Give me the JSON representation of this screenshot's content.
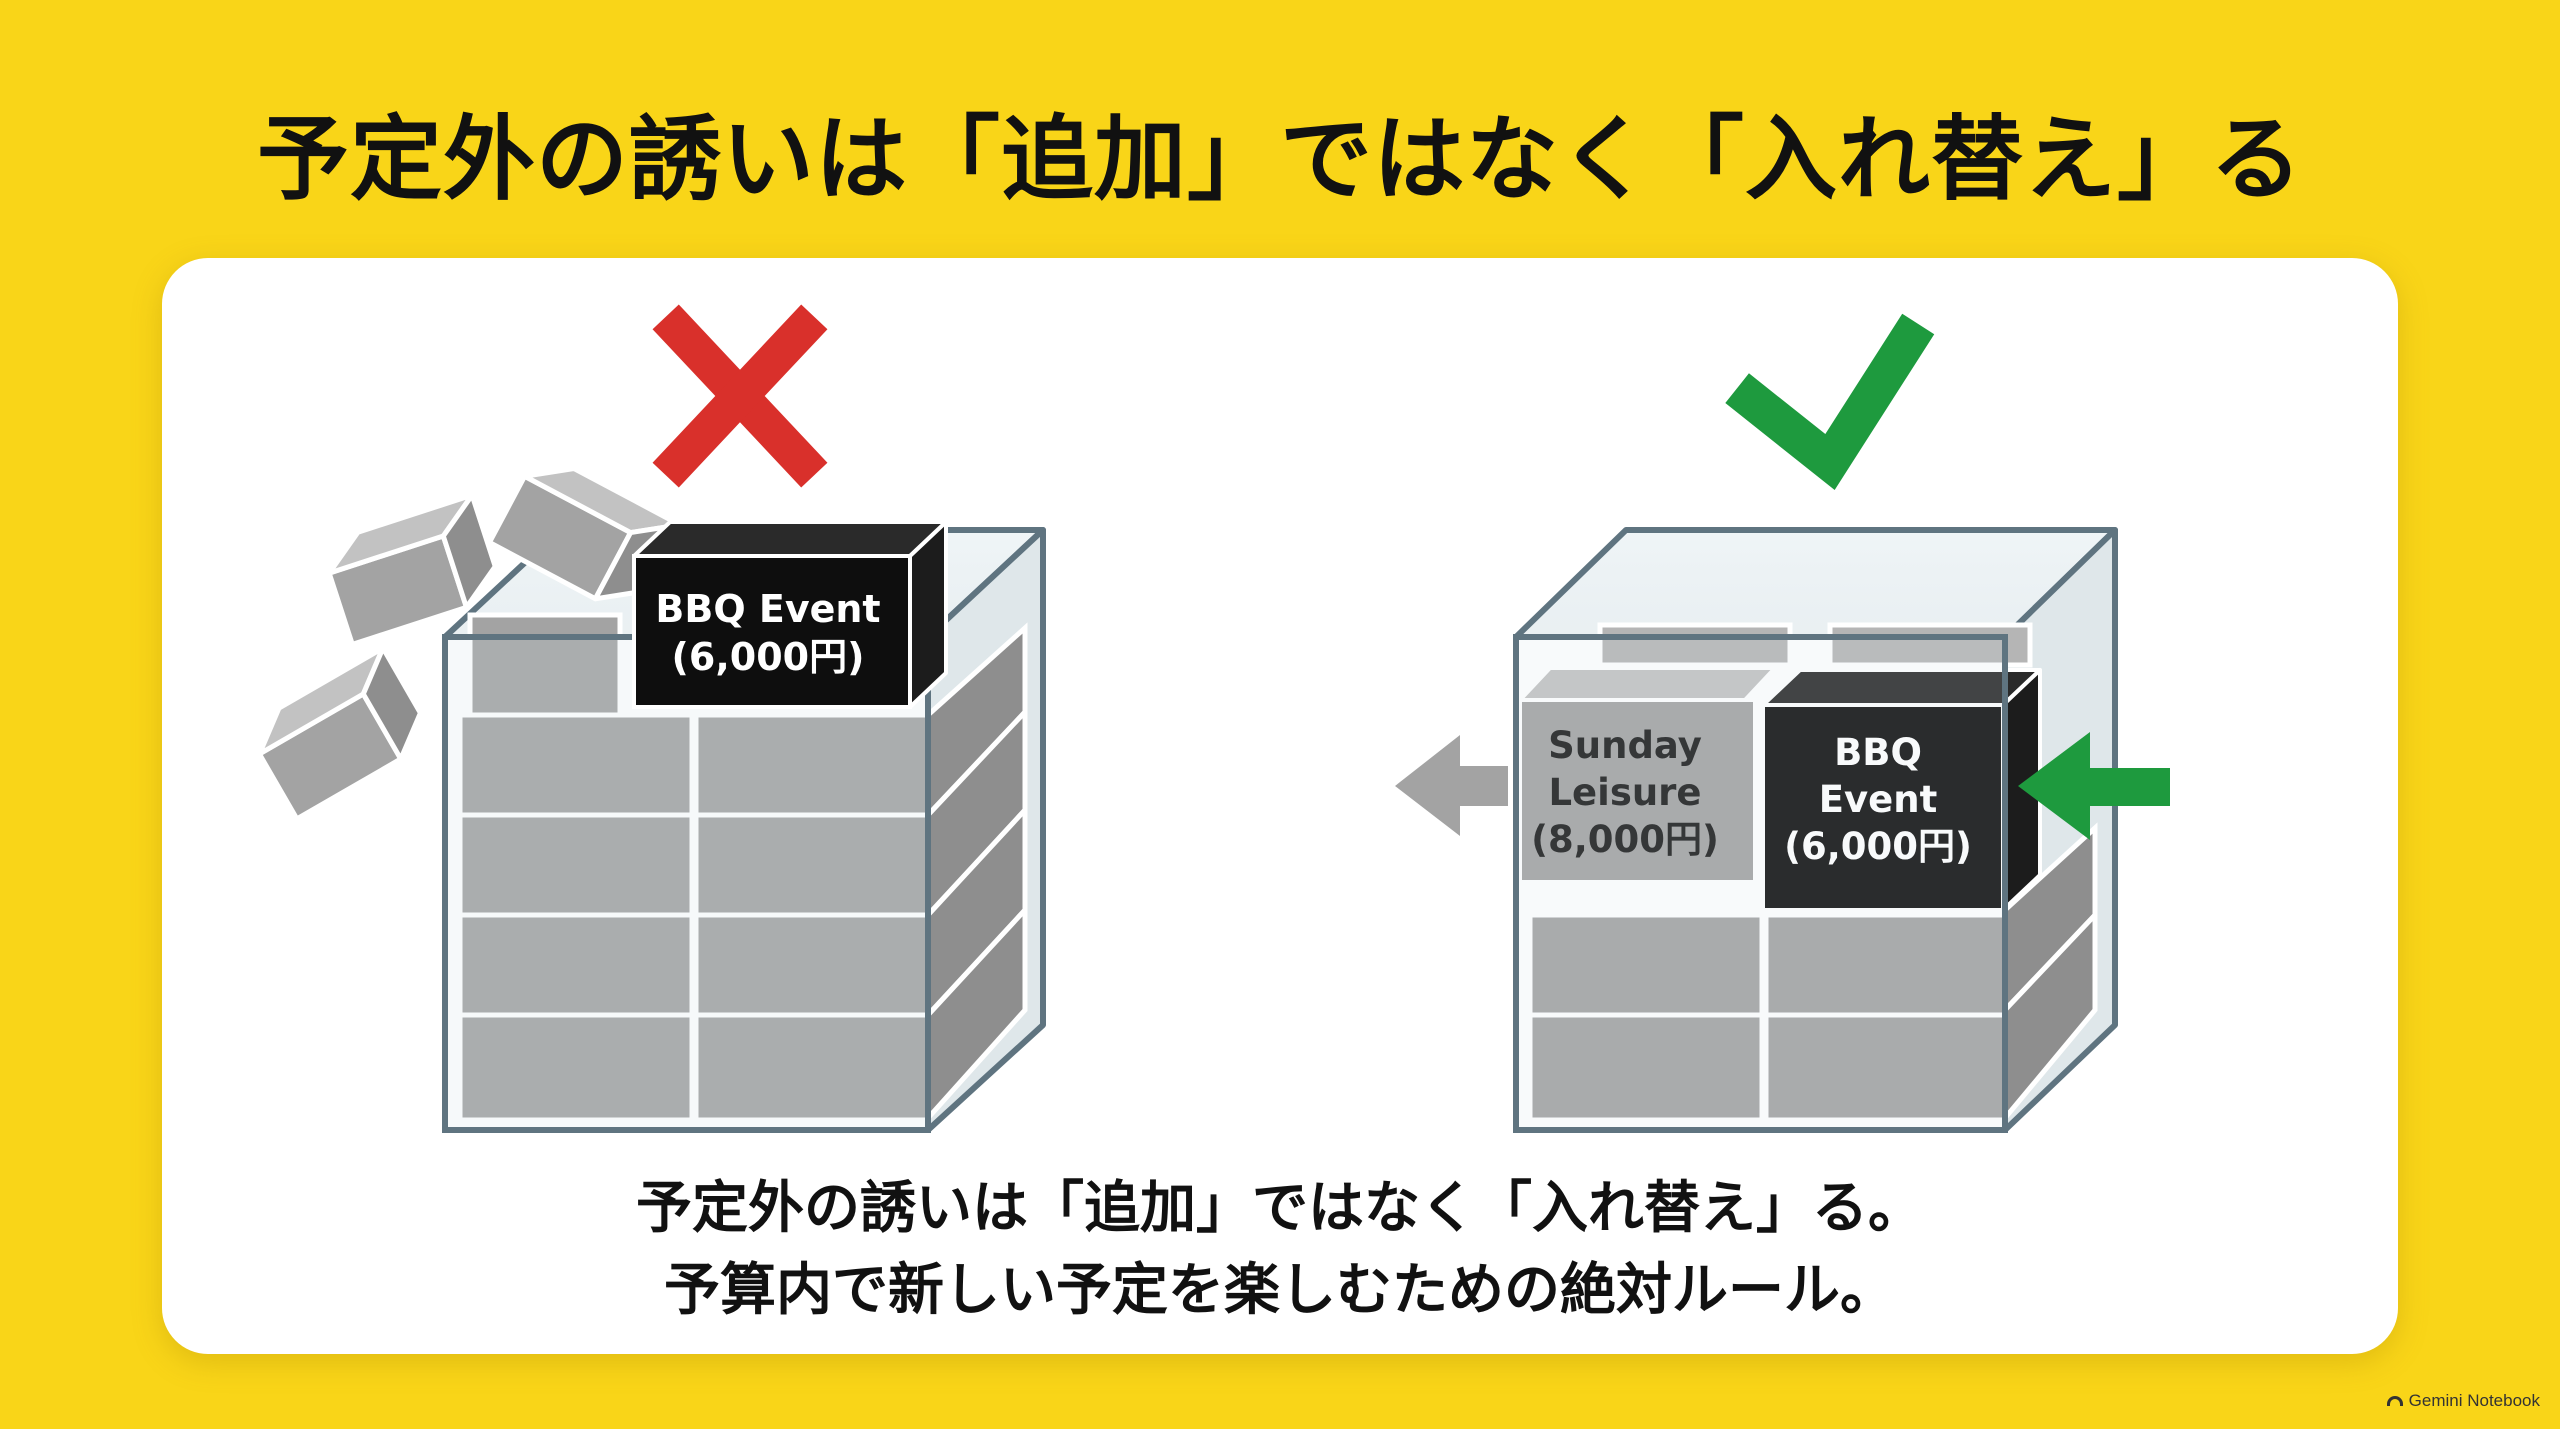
{
  "title": "予定外の誘いは「追加」ではなく「入れ替え」る",
  "left_scene": {
    "verdict_icon": "red-cross-icon",
    "box_line1": "BBQ Event",
    "box_line2": "(6,000円)"
  },
  "right_scene": {
    "verdict_icon": "green-check-icon",
    "out_box_line1": "Sunday",
    "out_box_line2": "Leisure",
    "out_box_line3": "(8,000円)",
    "in_box_line1": "BBQ",
    "in_box_line2": "Event",
    "in_box_line3": "(6,000円)"
  },
  "caption": {
    "line1": "予定外の誘いは「追加」ではなく「入れ替え」る。",
    "line2": "予算内で新しい予定を楽しむための絶対ルール。"
  },
  "watermark": "Gemini Notebook",
  "colors": {
    "background": "#F9D518",
    "panel": "#FFFFFF",
    "cross": "#D9302B",
    "check": "#1E9A3E",
    "in_arrow": "#1E9A3E",
    "out_arrow": "#A3A3A3",
    "block": "#A3A3A3",
    "highlight_block": "#0E0E0E",
    "glass_edge": "#5F7480"
  }
}
